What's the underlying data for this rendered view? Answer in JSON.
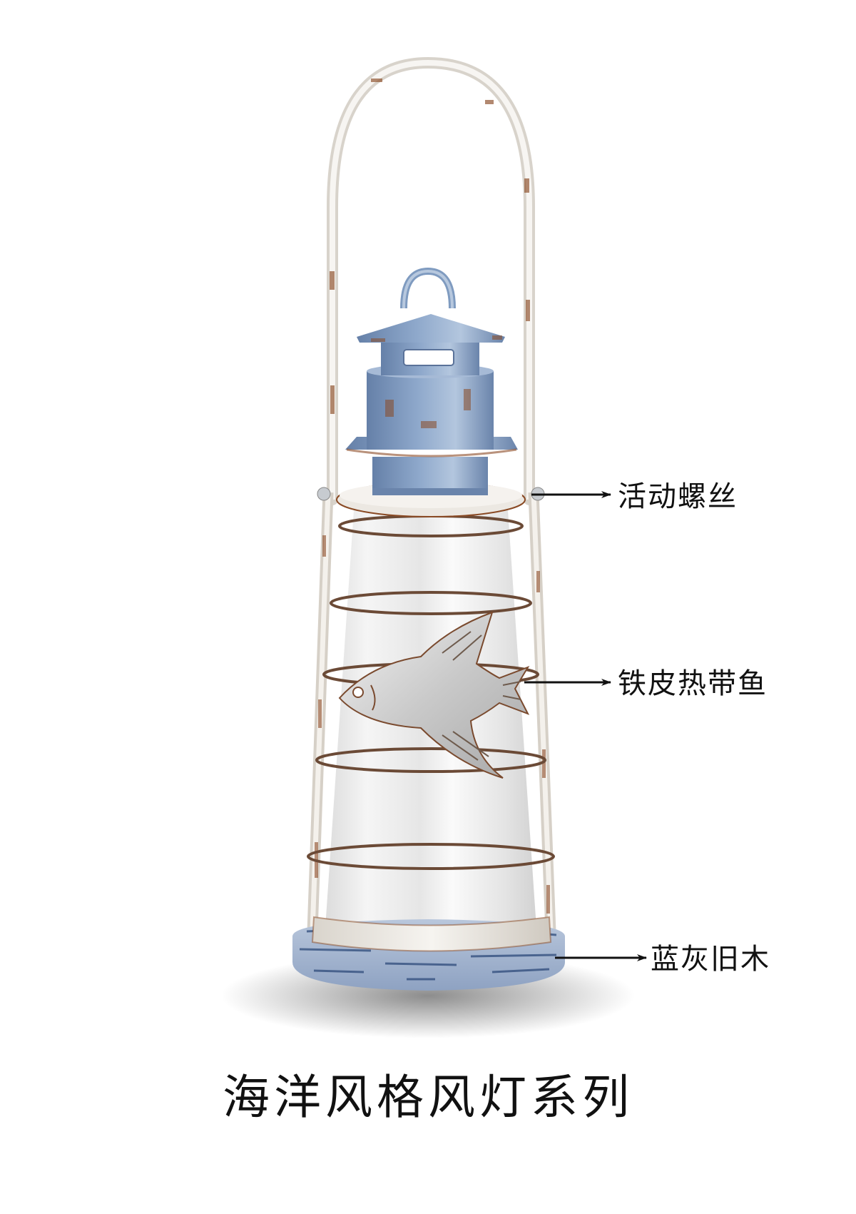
{
  "title": "海洋风格风灯系列",
  "product": {
    "name": "nautical-lantern",
    "parts": {
      "handle": "white distressed metal arch handle",
      "cap": "blue-grey distressed metal cap with top ring",
      "collar": "white distressed collar disc",
      "body": "frosted white cone glass",
      "rings": "rusty wire cage rings",
      "fish": "tin angelfish ornament",
      "base": "blue-grey old wood base"
    }
  },
  "colors": {
    "cap_blue": "#7f9bc0",
    "rust": "#8a4a24",
    "white_metal": "#ece8e2",
    "glass": "#f2f2f2",
    "wood_blue": "#9fb1cc",
    "wood_dark": "#2d4a7a",
    "text": "#111111"
  },
  "annotations": [
    {
      "label": "活动螺丝",
      "target": "collar-screw"
    },
    {
      "label": "铁皮热带鱼",
      "target": "tin-fish"
    },
    {
      "label": "蓝灰旧木",
      "target": "wood-base"
    }
  ]
}
